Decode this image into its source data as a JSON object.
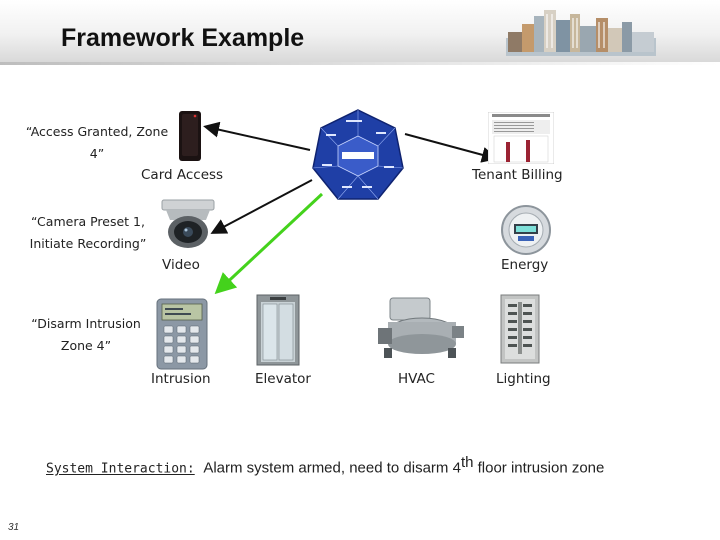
{
  "slide": {
    "title": "Framework Example",
    "page_number": "31"
  },
  "callouts": {
    "access": "“Access Granted, Zone 4”",
    "camera": "“Camera Preset 1, Initiate Recording”",
    "disarm": "“Disarm Intrusion Zone 4”"
  },
  "labels": {
    "card_access": "Card Access",
    "tenant_billing": "Tenant Billing",
    "video": "Video",
    "energy": "Energy",
    "intrusion": "Intrusion",
    "elevator": "Elevator",
    "hvac": "HVAC",
    "lighting": "Lighting"
  },
  "footer": {
    "prefix": "System Interaction:",
    "text_before": "Alarm system armed, need to disarm 4",
    "superscript": "th",
    "text_after": " floor intrusion zone"
  },
  "colors": {
    "arrow_black": "#111111",
    "arrow_green": "#44d21c",
    "hub_blue": "#1f3fa6"
  }
}
